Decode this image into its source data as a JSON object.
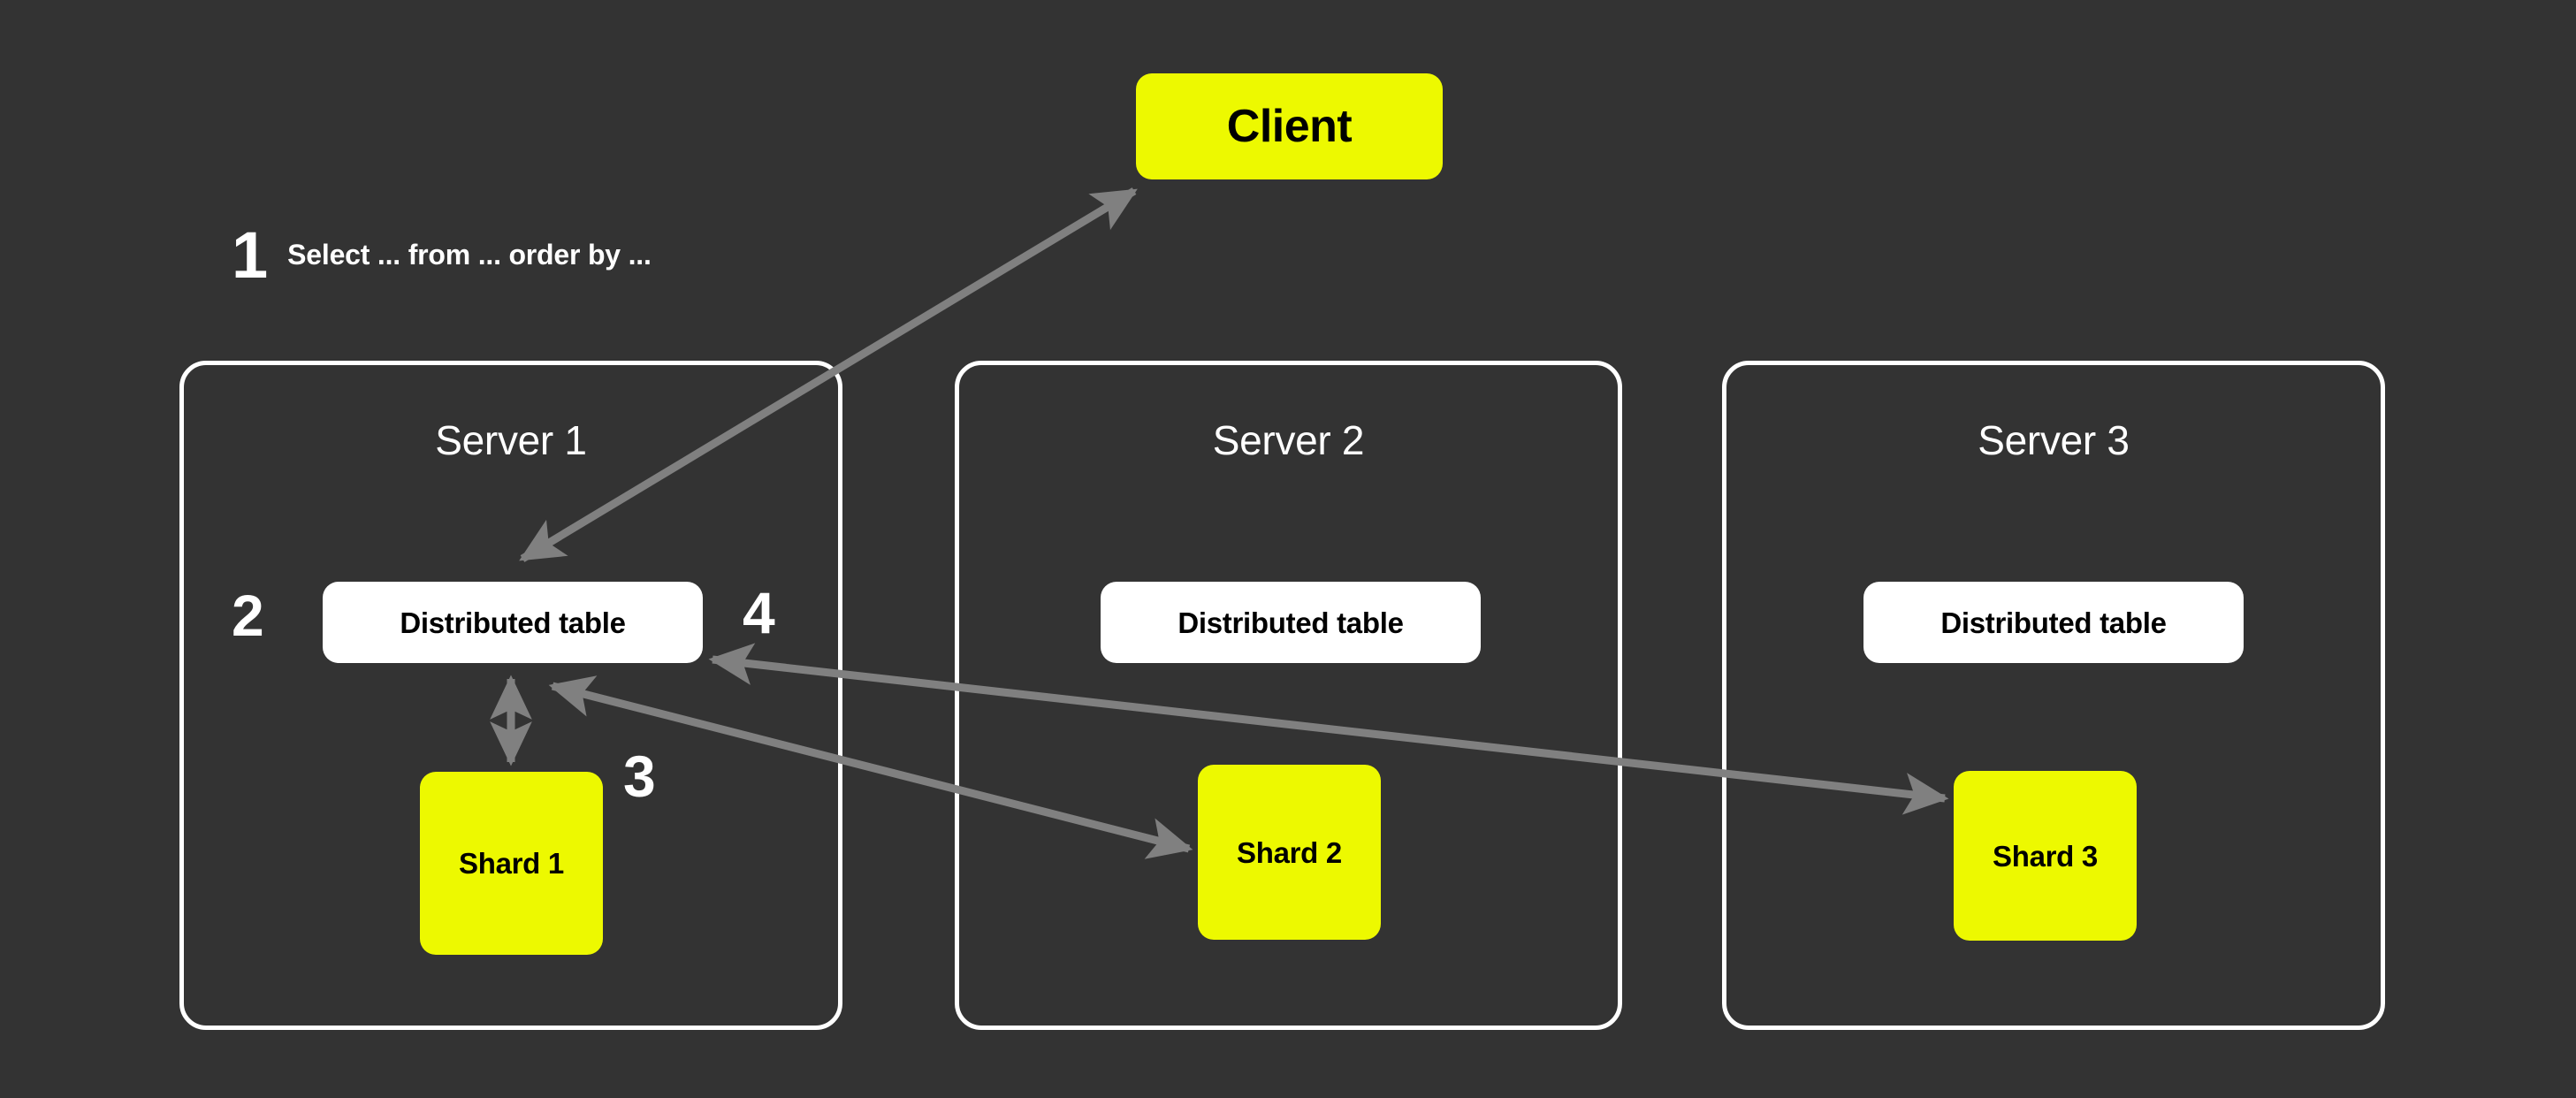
{
  "diagram": {
    "title": "Distributed table query flow across sharded servers",
    "background_color": "#333333",
    "accent_yellow": "#EDF900",
    "panel_border_color": "#FFFFFF",
    "arrow_color": "#808080",
    "text_on_dark": "#FFFFFF",
    "text_on_light": "#000000"
  },
  "client": {
    "label": "Client"
  },
  "steps": {
    "one": {
      "number": "1",
      "text": "Select ... from ... order by ..."
    },
    "two": {
      "number": "2"
    },
    "three": {
      "number": "3"
    },
    "four": {
      "number": "4"
    }
  },
  "servers": [
    {
      "title": "Server 1",
      "distributed_table": "Distributed table",
      "shard": "Shard 1"
    },
    {
      "title": "Server 2",
      "distributed_table": "Distributed table",
      "shard": "Shard 2"
    },
    {
      "title": "Server 3",
      "distributed_table": "Distributed table",
      "shard": "Shard 3"
    }
  ],
  "connections": [
    {
      "name": "client-to-distributed-table",
      "from": "Client",
      "to": "Server 1 Distributed table",
      "direction": "bidirectional",
      "step": "1"
    },
    {
      "name": "distributed-table-to-shard-1",
      "from": "Server 1 Distributed table",
      "to": "Shard 1",
      "direction": "bidirectional",
      "step": "2"
    },
    {
      "name": "distributed-table-to-shard-2",
      "from": "Server 1 Distributed table",
      "to": "Shard 2",
      "direction": "bidirectional",
      "step": "3"
    },
    {
      "name": "distributed-table-to-shard-3",
      "from": "Server 1 Distributed table",
      "to": "Shard 3",
      "direction": "bidirectional",
      "step": "4"
    }
  ]
}
